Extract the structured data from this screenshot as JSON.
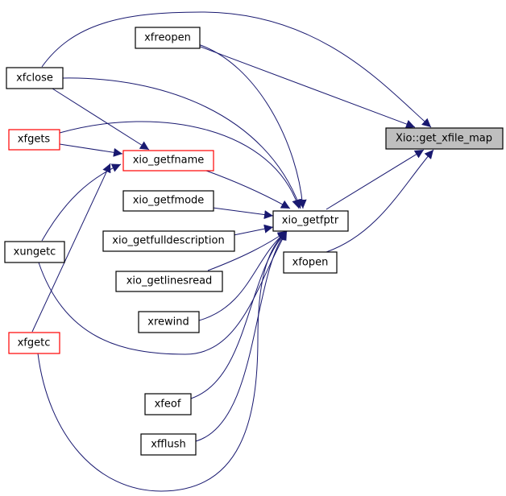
{
  "graph": {
    "type": "caller-graph",
    "focus": "Xio::get_xfile_map",
    "nodes": {
      "xfclose": "xfclose",
      "xfreopen": "xfreopen",
      "xfgets": "xfgets",
      "xio_getfname": "xio_getfname",
      "xio_getfmode": "xio_getfmode",
      "xio_getfulldescription": "xio_getfulldescription",
      "xio_getlinesread": "xio_getlinesread",
      "xungetc": "xungetc",
      "xrewind": "xrewind",
      "xfgetc": "xfgetc",
      "xfeof": "xfeof",
      "xfflush": "xfflush",
      "xio_getfptr": "xio_getfptr",
      "xfopen": "xfopen",
      "get_xfile_map": "Xio::get_xfile_map"
    },
    "edges": [
      [
        "xfclose",
        "get_xfile_map"
      ],
      [
        "xfreopen",
        "get_xfile_map"
      ],
      [
        "xfreopen",
        "xio_getfptr"
      ],
      [
        "xfclose",
        "xio_getfptr"
      ],
      [
        "xfclose",
        "xio_getfname"
      ],
      [
        "xfgets",
        "xio_getfname"
      ],
      [
        "xfgets",
        "xio_getfptr"
      ],
      [
        "xio_getfname",
        "xio_getfptr"
      ],
      [
        "xio_getfmode",
        "xio_getfptr"
      ],
      [
        "xio_getfulldescription",
        "xio_getfptr"
      ],
      [
        "xio_getlinesread",
        "xio_getfptr"
      ],
      [
        "xungetc",
        "xio_getfname"
      ],
      [
        "xfgetc",
        "xio_getfname"
      ],
      [
        "xungetc",
        "xio_getfptr"
      ],
      [
        "xrewind",
        "xio_getfptr"
      ],
      [
        "xfgetc",
        "xio_getfptr"
      ],
      [
        "xfeof",
        "xio_getfptr"
      ],
      [
        "xfflush",
        "xio_getfptr"
      ],
      [
        "xio_getfptr",
        "get_xfile_map"
      ],
      [
        "xfopen",
        "get_xfile_map"
      ]
    ],
    "colors": {
      "edge": "#191970",
      "incomplete_border": "#ff0000",
      "focus_fill": "#bfbfbf"
    }
  }
}
